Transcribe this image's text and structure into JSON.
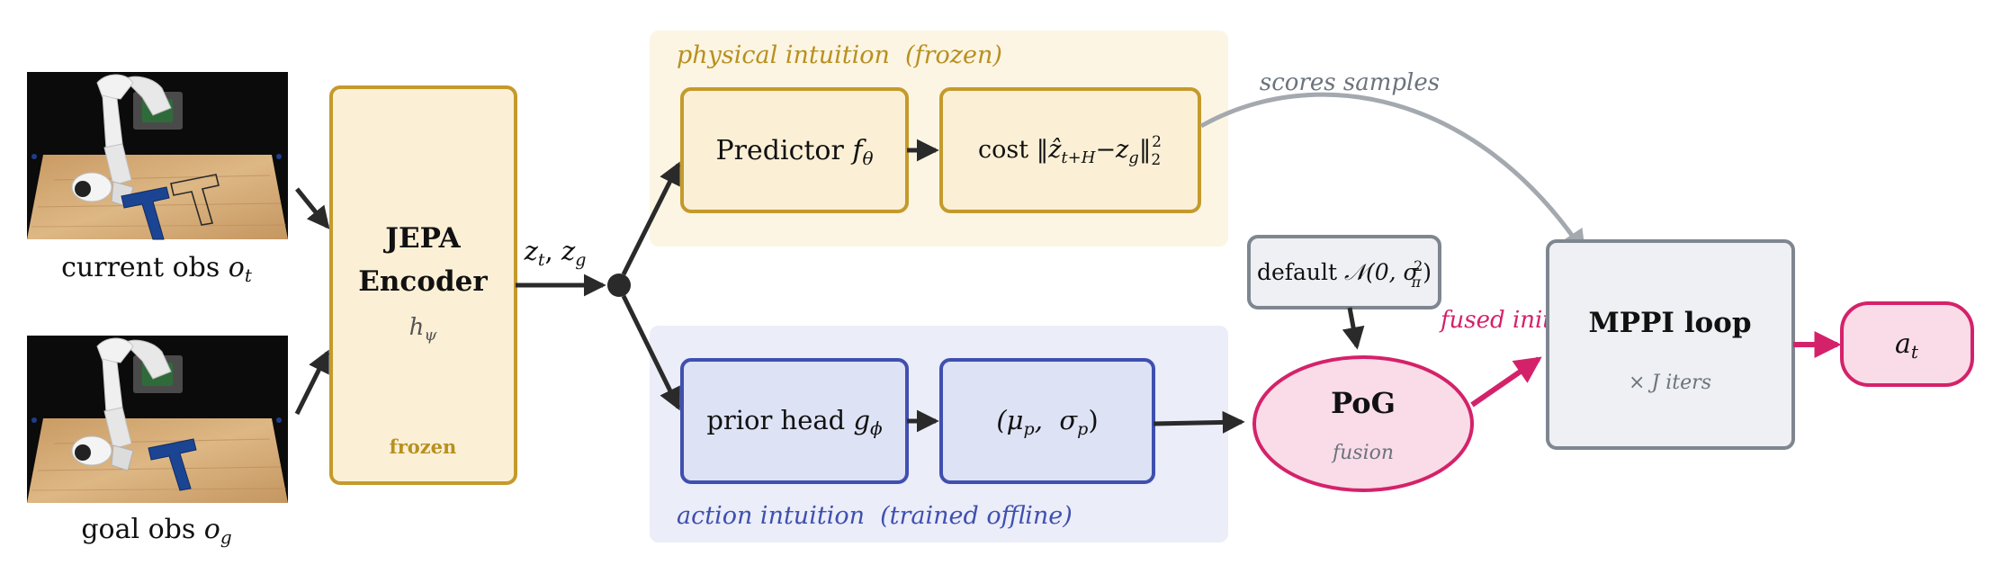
{
  "colors": {
    "frozen_border": "#c49a2c",
    "frozen_fill": "#fbf0d6",
    "frozen_region": "#fcf5e3",
    "frozen_text": "#b8901f",
    "action_border": "#3f4fb0",
    "action_fill": "#dde2f5",
    "action_region": "#ebedf8",
    "action_text": "#3f4fb0",
    "fusion": "#d4226a",
    "fusion_fill": "#f9dce8",
    "gray_border": "#7f868f",
    "gray_fill": "#eef0f3",
    "gray_text": "#6b737d",
    "arrow": "#2a2a2a",
    "curve": "#a4a9af"
  },
  "inputs": {
    "current": {
      "label": "current obs ",
      "sym": "o",
      "sub": "t",
      "image": "robot-arm-workspace-photo"
    },
    "goal": {
      "label": "goal obs ",
      "sym": "o",
      "sub": "g",
      "image": "robot-arm-workspace-photo"
    }
  },
  "encoder": {
    "line1": "JEPA",
    "line2": "Encoder",
    "sym": "h",
    "sub": "ψ",
    "tag": "frozen"
  },
  "latent": {
    "z1": "z",
    "s1": "t",
    "comma": ", ",
    "z2": "z",
    "s2": "g"
  },
  "physical": {
    "title": "physical intuition  (frozen)",
    "predictor": {
      "label": "Predictor ",
      "sym": "f",
      "sub": "θ"
    },
    "cost": {
      "label": "cost ",
      "formula": "‖ẑ",
      "sub1": "t+H",
      "mid": "−z",
      "sub2": "g",
      "close": "‖",
      "sub3": "2",
      "sup3": "2"
    }
  },
  "action": {
    "title": "action intuition  (trained offline)",
    "prior": {
      "label": "prior head ",
      "sym": "g",
      "sub": "ϕ"
    },
    "params": {
      "open": "(μ",
      "s1": "p",
      "mid": ",  σ",
      "s2": "p",
      "close": ")"
    }
  },
  "default_box": {
    "label": "default ",
    "dist": "𝒩(0, σ",
    "sub": "π",
    "sup": "2",
    "close": ")"
  },
  "pog": {
    "title": "PoG",
    "sub": "fusion"
  },
  "mppi": {
    "title": "MPPI loop",
    "iters_prefix": "× ",
    "iters_sym": "J",
    "iters_suffix": " iters"
  },
  "output": {
    "sym": "a",
    "sub": "t"
  },
  "annotations": {
    "scores": "scores samples",
    "fused": "fused init."
  }
}
